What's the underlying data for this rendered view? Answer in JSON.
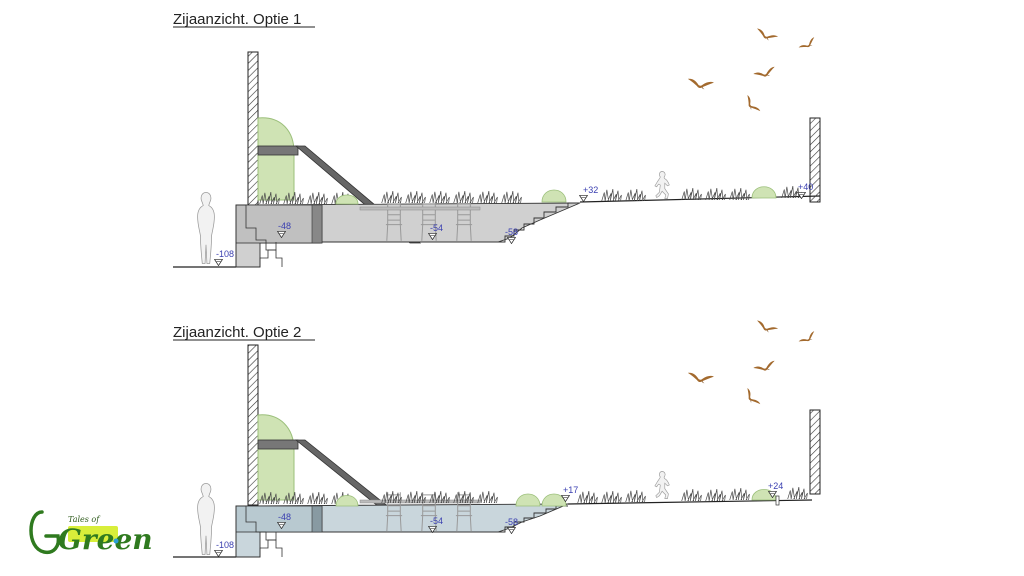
{
  "sections": [
    {
      "title": "Zijaanzicht. Optie 1",
      "levels": {
        "ground": "-108",
        "left": "-48",
        "mid": "-54",
        "right": "-58",
        "lawn": "+32",
        "back": "+40"
      }
    },
    {
      "title": "Zijaanzicht. Optie 2",
      "levels": {
        "ground": "-108",
        "left": "-48",
        "mid": "-54",
        "right": "-58",
        "lawn": "+17",
        "back": "+24"
      }
    }
  ],
  "logo": {
    "small": "Tales of",
    "big": "Green"
  },
  "colors": {
    "pit": "#cfcfcf",
    "pit_opt2": "#c9d6dc",
    "shrub": "#cfe3b4",
    "bird": "#a36a2e",
    "label": "#3a3fb0",
    "logo": "#2f7a1f",
    "logo_accent": "#d8ee3a"
  }
}
